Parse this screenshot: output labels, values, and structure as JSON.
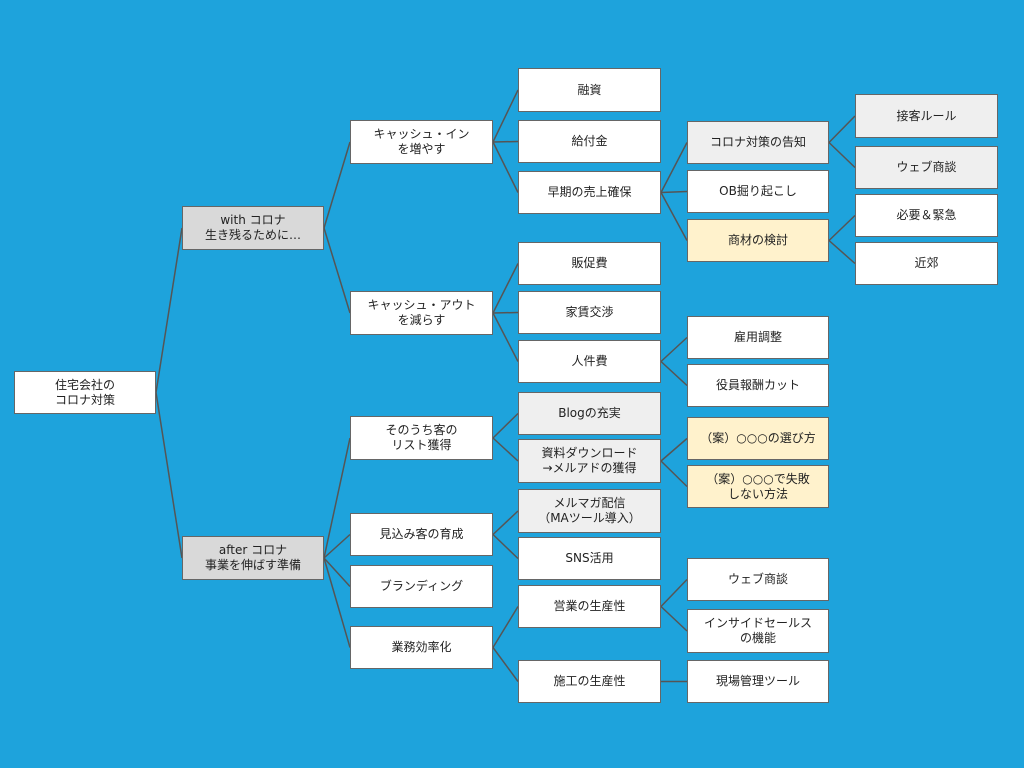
{
  "colors": {
    "background": "#1ea3dc",
    "node_default": "#ffffff",
    "node_gray": "#d9d9d9",
    "node_light": "#efefef",
    "node_yellow": "#fff2cc",
    "connector": "#555555"
  },
  "nodes": {
    "root": {
      "text": "住宅会社の\nコロナ対策"
    },
    "with": {
      "text": "with コロナ\n生き残るために…"
    },
    "after": {
      "text": "after コロナ\n事業を伸ばす準備"
    },
    "cash_in": {
      "text": "キャッシュ・イン\nを増やす"
    },
    "cash_out": {
      "text": "キャッシュ・アウト\nを減らす"
    },
    "list": {
      "text": "そのうち客の\nリスト獲得"
    },
    "nurture": {
      "text": "見込み客の育成"
    },
    "branding": {
      "text": "ブランディング"
    },
    "efficiency": {
      "text": "業務効率化"
    },
    "loan": {
      "text": "融資"
    },
    "subsidy": {
      "text": "給付金"
    },
    "early_sales": {
      "text": "早期の売上確保"
    },
    "promo": {
      "text": "販促費"
    },
    "rent": {
      "text": "家賃交渉"
    },
    "labor": {
      "text": "人件費"
    },
    "blog": {
      "text": "Blogの充実"
    },
    "download": {
      "text": "資料ダウンロード\n→メルアドの獲得"
    },
    "mailmag": {
      "text": "メルマガ配信\n（MAツール導入）"
    },
    "sns": {
      "text": "SNS活用"
    },
    "sales_prod": {
      "text": "営業の生産性"
    },
    "const_prod": {
      "text": "施工の生産性"
    },
    "notice": {
      "text": "コロナ対策の告知"
    },
    "ob": {
      "text": "OB掘り起こし"
    },
    "product": {
      "text": "商材の検討"
    },
    "employ": {
      "text": "雇用調整"
    },
    "exec_cut": {
      "text": "役員報酬カット"
    },
    "draft1": {
      "text": "（案）○○○の選び方"
    },
    "draft2": {
      "text": "（案）○○○で失敗\nしない方法"
    },
    "web_sales2": {
      "text": "ウェブ商談"
    },
    "inside": {
      "text": "インサイドセールス\nの機能"
    },
    "site_tool": {
      "text": "現場管理ツール"
    },
    "rules": {
      "text": "接客ルール"
    },
    "web_sales": {
      "text": "ウェブ商談"
    },
    "urgent": {
      "text": "必要＆緊急"
    },
    "suburb": {
      "text": "近郊"
    }
  },
  "edges": [
    [
      "root",
      "with"
    ],
    [
      "root",
      "after"
    ],
    [
      "with",
      "cash_in"
    ],
    [
      "with",
      "cash_out"
    ],
    [
      "cash_in",
      "loan"
    ],
    [
      "cash_in",
      "subsidy"
    ],
    [
      "cash_in",
      "early_sales"
    ],
    [
      "early_sales",
      "notice"
    ],
    [
      "early_sales",
      "ob"
    ],
    [
      "early_sales",
      "product"
    ],
    [
      "notice",
      "rules"
    ],
    [
      "notice",
      "web_sales"
    ],
    [
      "product",
      "urgent"
    ],
    [
      "product",
      "suburb"
    ],
    [
      "cash_out",
      "promo"
    ],
    [
      "cash_out",
      "rent"
    ],
    [
      "cash_out",
      "labor"
    ],
    [
      "labor",
      "employ"
    ],
    [
      "labor",
      "exec_cut"
    ],
    [
      "after",
      "list"
    ],
    [
      "after",
      "nurture"
    ],
    [
      "after",
      "branding"
    ],
    [
      "after",
      "efficiency"
    ],
    [
      "list",
      "blog"
    ],
    [
      "list",
      "download"
    ],
    [
      "download",
      "draft1"
    ],
    [
      "download",
      "draft2"
    ],
    [
      "nurture",
      "mailmag"
    ],
    [
      "nurture",
      "sns"
    ],
    [
      "efficiency",
      "sales_prod"
    ],
    [
      "efficiency",
      "const_prod"
    ],
    [
      "sales_prod",
      "web_sales2"
    ],
    [
      "sales_prod",
      "inside"
    ],
    [
      "const_prod",
      "site_tool"
    ]
  ]
}
